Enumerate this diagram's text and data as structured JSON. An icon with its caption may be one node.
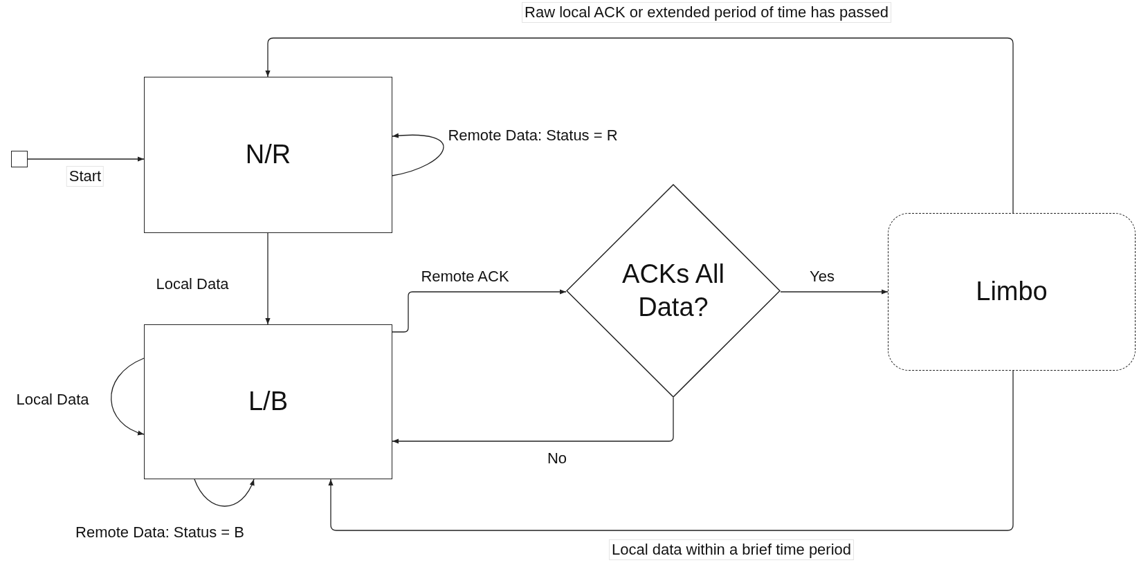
{
  "diagram": {
    "nodes": [
      {
        "text": [],
        "shape": "box"
      },
      {
        "text": [
          "N/R"
        ]
      },
      {
        "text": [
          "L/B"
        ]
      },
      {
        "text": [
          "ACKs All Data?"
        ]
      },
      {
        "text": [
          "Limbo"
        ]
      }
    ],
    "edges": [
      {
        "from": 0,
        "to": 1,
        "arrow": "to",
        "label": "Start"
      },
      {
        "from": 1,
        "to": 1,
        "arrow": "to",
        "label": "Remote Data: Status = R"
      },
      {
        "from": 1,
        "to": 2,
        "arrow": "to",
        "label": "Local Data"
      },
      {
        "from": 2,
        "to": 2,
        "arrow": "to",
        "label": "Local Data"
      },
      {
        "from": 2,
        "to": 2,
        "arrow": "to",
        "label": "Remote Data: Status = B"
      },
      {
        "from": 2,
        "to": 3,
        "arrow": "to",
        "label": "Remote ACK"
      },
      {
        "from": 3,
        "to": 4,
        "arrow": "to",
        "label": "Yes"
      },
      {
        "from": 3,
        "to": 2,
        "arrow": "to",
        "label": "No"
      },
      {
        "from": 4,
        "to": 1,
        "arrow": "to",
        "label": "Raw local ACK or extended period of time has passed"
      },
      {
        "from": 4,
        "to": 2,
        "arrow": "to",
        "label": "Local data within a brief time period"
      }
    ]
  }
}
